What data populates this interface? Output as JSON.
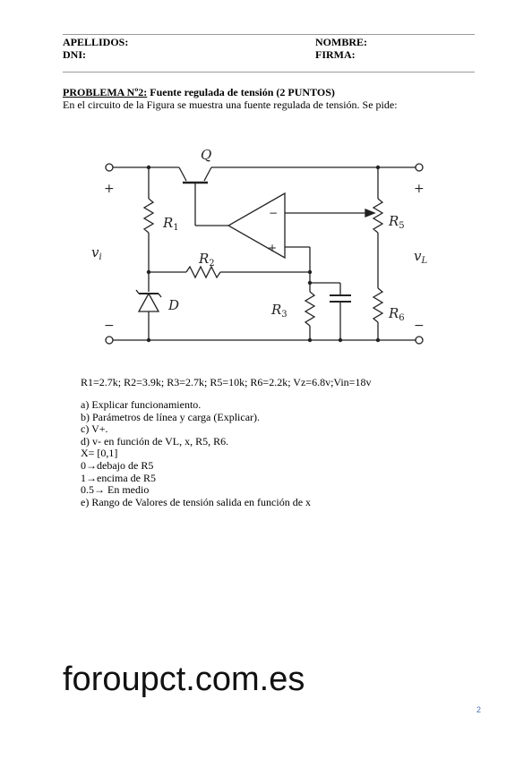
{
  "header": {
    "apellidos": "APELLIDOS:",
    "nombre": "NOMBRE:",
    "dni": "DNI:",
    "firma": "FIRMA:"
  },
  "problem": {
    "title_underlined": "PROBLEMA Nº2:",
    "title_rest": " Fuente regulada de tensión (2 PUNTOS)",
    "intro": "En el circuito de la Figura se muestra una fuente regulada de tensión. Se pide:"
  },
  "circuit_labels": {
    "q": "Q",
    "r1": "R",
    "r1_sub": "1",
    "r2": "R",
    "r2_sub": "2",
    "r3": "R",
    "r3_sub": "3",
    "r5": "R",
    "r5_sub": "5",
    "r6": "R",
    "r6_sub": "6",
    "d": "D",
    "vi": "v",
    "vi_sub": "i",
    "vl": "v",
    "vl_sub": "L",
    "plus": "+",
    "minus": "−"
  },
  "values_line": "R1=2.7k; R2=3.9k; R3=2.7k; R5=10k; R6=2.2k; Vz=6.8v;Vin=18v",
  "items": [
    "a) Explicar funcionamiento.",
    "b) Parámetros de línea y carga (Explicar).",
    "c) V+.",
    "d) v- en función de VL, x, R5, R6.",
    "X= [0,1]",
    "0→debajo de R5",
    "1→encima de R5",
    "0.5→ En medio",
    "e) Rango de Valores de tensión salida en función de x"
  ],
  "watermark": "foroupct.com.es",
  "page_number": "2"
}
